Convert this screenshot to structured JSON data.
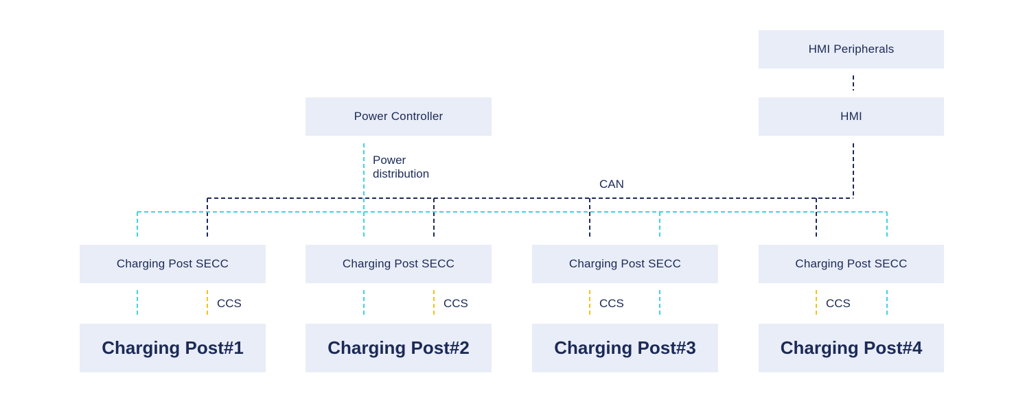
{
  "diagram": {
    "hmi_peripherals": "HMI Peripherals",
    "hmi": "HMI",
    "power_controller": "Power Controller",
    "power_distribution_line1": "Power",
    "power_distribution_line2": "distribution",
    "can_label": "CAN",
    "posts": [
      {
        "secc_label": "Charging Post SECC",
        "ccs_label": "CCS",
        "post_label": "Charging Post#1"
      },
      {
        "secc_label": "Charging Post SECC",
        "ccs_label": "CCS",
        "post_label": "Charging Post#2"
      },
      {
        "secc_label": "Charging Post SECC",
        "ccs_label": "CCS",
        "post_label": "Charging Post#3"
      },
      {
        "secc_label": "Charging Post SECC",
        "ccs_label": "CCS",
        "post_label": "Charging Post#4"
      }
    ]
  },
  "colors": {
    "box_fill": "#e9edf7",
    "text": "#1b2a57",
    "can_line": "#1b2a57",
    "power_line": "#3fd3e0",
    "ccs_line": "#f2c418"
  }
}
